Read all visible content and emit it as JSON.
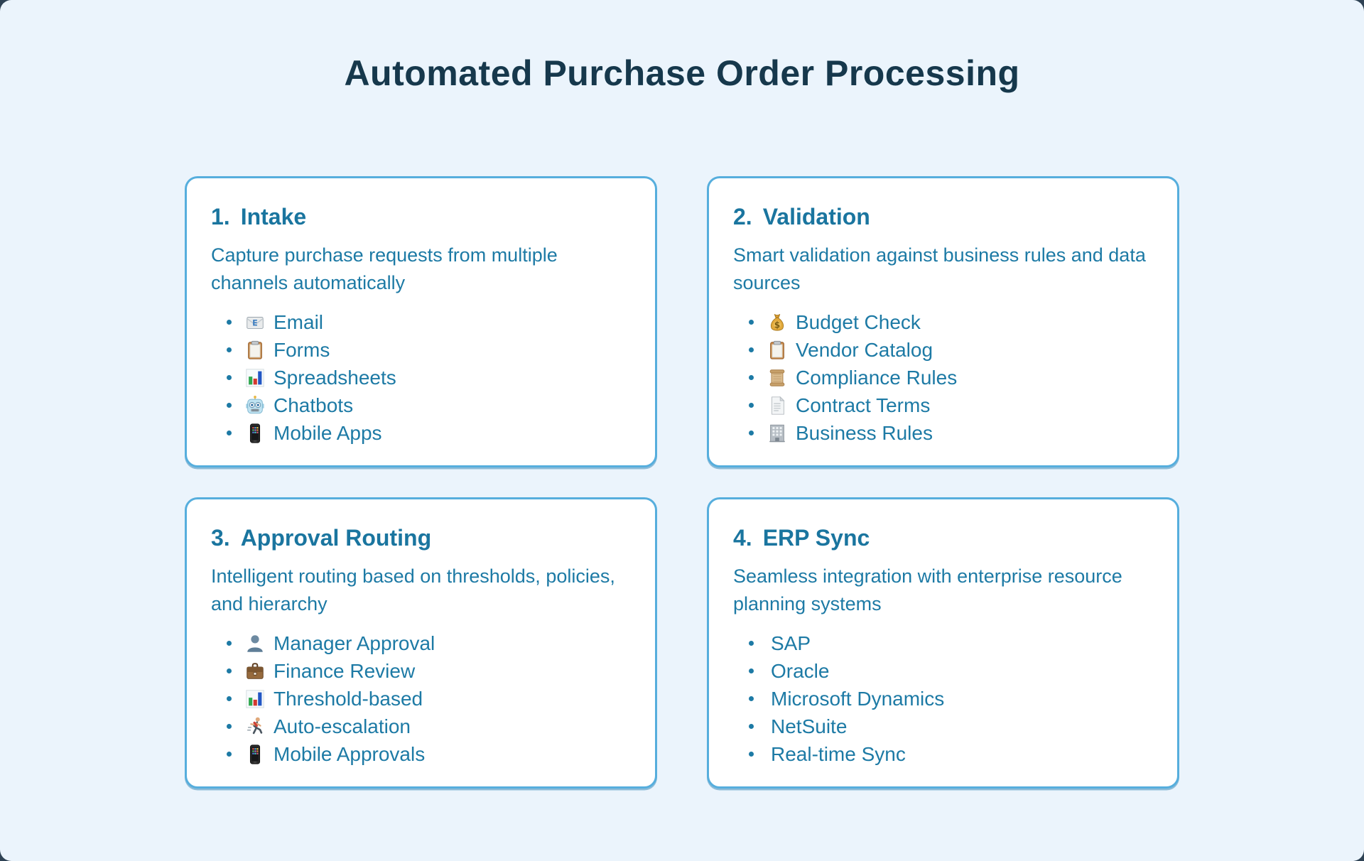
{
  "page": {
    "title": "Automated Purchase Order Processing"
  },
  "colors": {
    "canvas_bg": "#ebf4fc",
    "card_bg": "#ffffff",
    "card_border": "#56aedd",
    "title_text": "#16384c",
    "heading_text": "#1a759f",
    "body_text": "#1d7aa5",
    "outer_bg": "#2e4254"
  },
  "cards": [
    {
      "number": "1.",
      "title": "Intake",
      "description": "Capture purchase requests from multiple channels automatically",
      "items": [
        {
          "icon": "email-icon",
          "label": "Email"
        },
        {
          "icon": "clipboard-icon",
          "label": "Forms"
        },
        {
          "icon": "bar-chart-icon",
          "label": "Spreadsheets"
        },
        {
          "icon": "robot-icon",
          "label": "Chatbots"
        },
        {
          "icon": "mobile-phone-icon",
          "label": "Mobile Apps"
        }
      ]
    },
    {
      "number": "2.",
      "title": "Validation",
      "description": "Smart validation against business rules and data sources",
      "items": [
        {
          "icon": "money-bag-icon",
          "label": "Budget Check"
        },
        {
          "icon": "clipboard-icon",
          "label": "Vendor Catalog"
        },
        {
          "icon": "scroll-icon",
          "label": "Compliance Rules"
        },
        {
          "icon": "document-page-icon",
          "label": "Contract Terms"
        },
        {
          "icon": "office-building-icon",
          "label": "Business Rules"
        }
      ]
    },
    {
      "number": "3.",
      "title": "Approval Routing",
      "description": "Intelligent routing based on thresholds, policies, and hierarchy",
      "items": [
        {
          "icon": "person-silhouette-icon",
          "label": "Manager Approval"
        },
        {
          "icon": "briefcase-icon",
          "label": "Finance Review"
        },
        {
          "icon": "bar-chart-icon",
          "label": "Threshold-based"
        },
        {
          "icon": "runner-icon",
          "label": "Auto-escalation"
        },
        {
          "icon": "mobile-phone-icon",
          "label": "Mobile Approvals"
        }
      ]
    },
    {
      "number": "4.",
      "title": "ERP Sync",
      "description": "Seamless integration with enterprise resource planning systems",
      "items": [
        {
          "icon": null,
          "label": "SAP"
        },
        {
          "icon": null,
          "label": "Oracle"
        },
        {
          "icon": null,
          "label": "Microsoft Dynamics"
        },
        {
          "icon": null,
          "label": "NetSuite"
        },
        {
          "icon": null,
          "label": "Real-time Sync"
        }
      ]
    }
  ]
}
